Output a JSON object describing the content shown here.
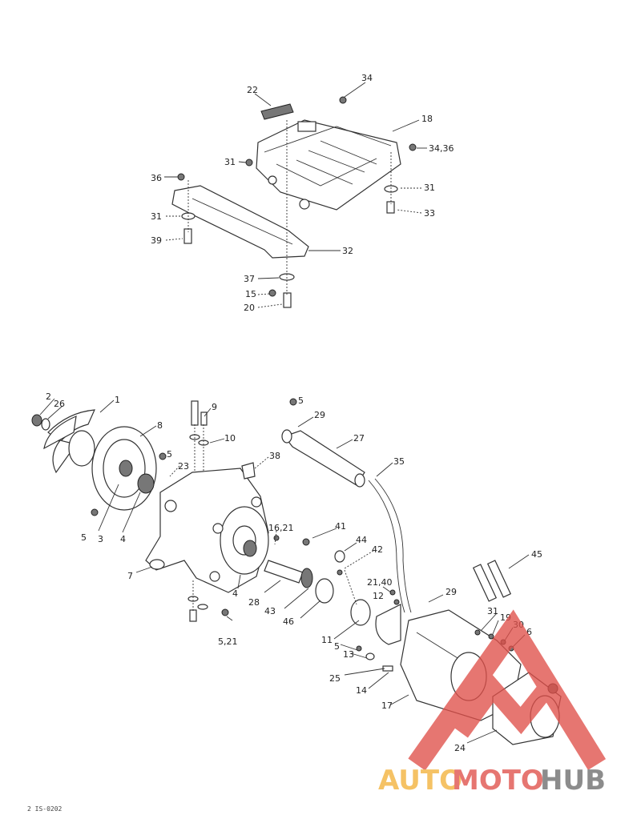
{
  "diagram": {
    "upper_assembly_callouts": [
      "22",
      "34",
      "18",
      "34,36",
      "31",
      "36",
      "31",
      "39",
      "32",
      "37",
      "15",
      "20",
      "31",
      "33"
    ],
    "lower_assembly_callouts": [
      "2",
      "26",
      "1",
      "8",
      "9",
      "10",
      "5",
      "23",
      "38",
      "5",
      "29",
      "27",
      "35",
      "5",
      "3",
      "4",
      "16,21",
      "41",
      "44",
      "42",
      "7",
      "4",
      "28",
      "43",
      "46",
      "21,40",
      "12",
      "29",
      "31",
      "19",
      "30",
      "6",
      "11",
      "5",
      "13",
      "25",
      "14",
      "17",
      "24",
      "45",
      "5,21"
    ],
    "figure_code": "2 IS-0202"
  },
  "watermark": {
    "part1": "AUTO",
    "part2": "MOTO",
    "part3": "HUB",
    "color_auto": "#f3b23a",
    "color_moto": "#e0504a",
    "color_hub": "#6d6d6d",
    "triangle_color": "#e0504a"
  }
}
